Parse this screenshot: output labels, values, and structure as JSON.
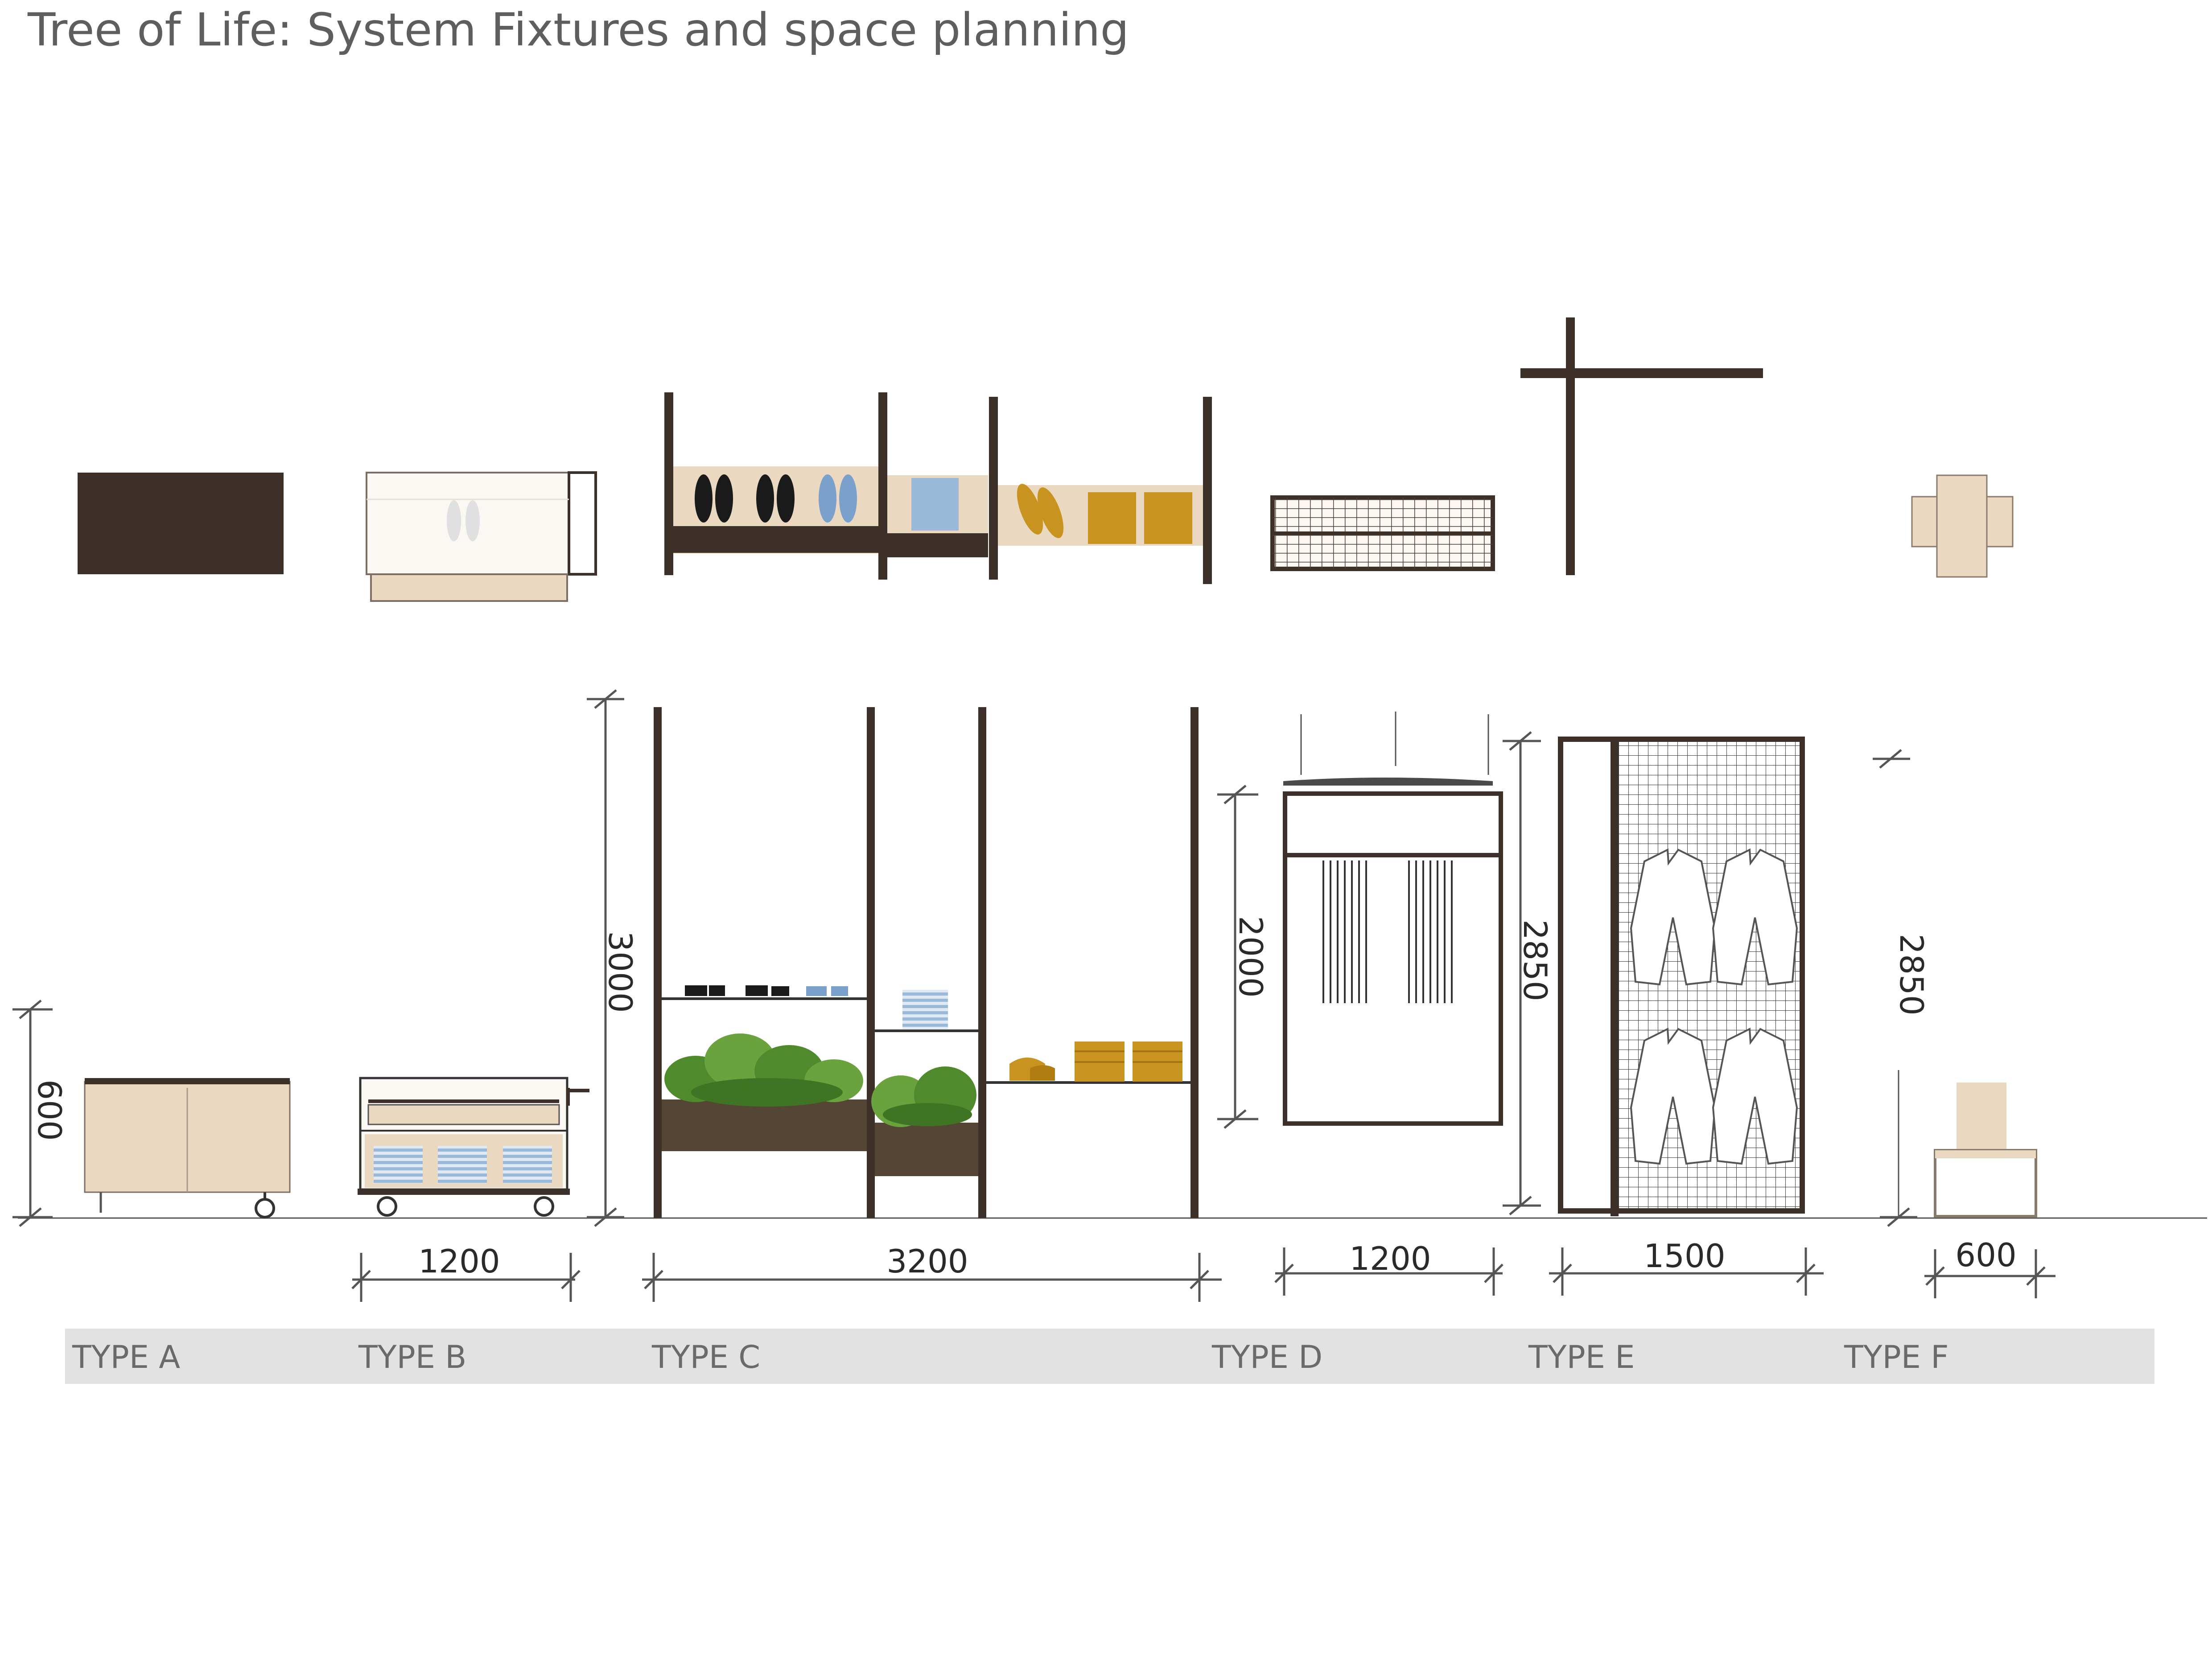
{
  "title": "Tree of Life:  System Fixtures and space planning",
  "fixture_types": [
    {
      "label": "TYPE A",
      "height": "600"
    },
    {
      "label": "TYPE B",
      "width": "1200"
    },
    {
      "label": "TYPE C",
      "width": "3200",
      "height": "3000"
    },
    {
      "label": "TYPE D",
      "width": "1200",
      "height": "2000"
    },
    {
      "label": "TYPE E",
      "width": "1500",
      "height": "2850"
    },
    {
      "label": "TYPE F",
      "width": "600",
      "height": "2850"
    }
  ],
  "colors": {
    "frame_dark_brown": "#3c3029",
    "timber_light": "#ead8c0",
    "mustard": "#c8931e",
    "shirt_blue": "#9ab9d9",
    "planter_brown": "#544534",
    "foliage_green": "#4f8a2d",
    "label_band_grey": "#e2e2e2",
    "dimension_grey": "#555555"
  }
}
